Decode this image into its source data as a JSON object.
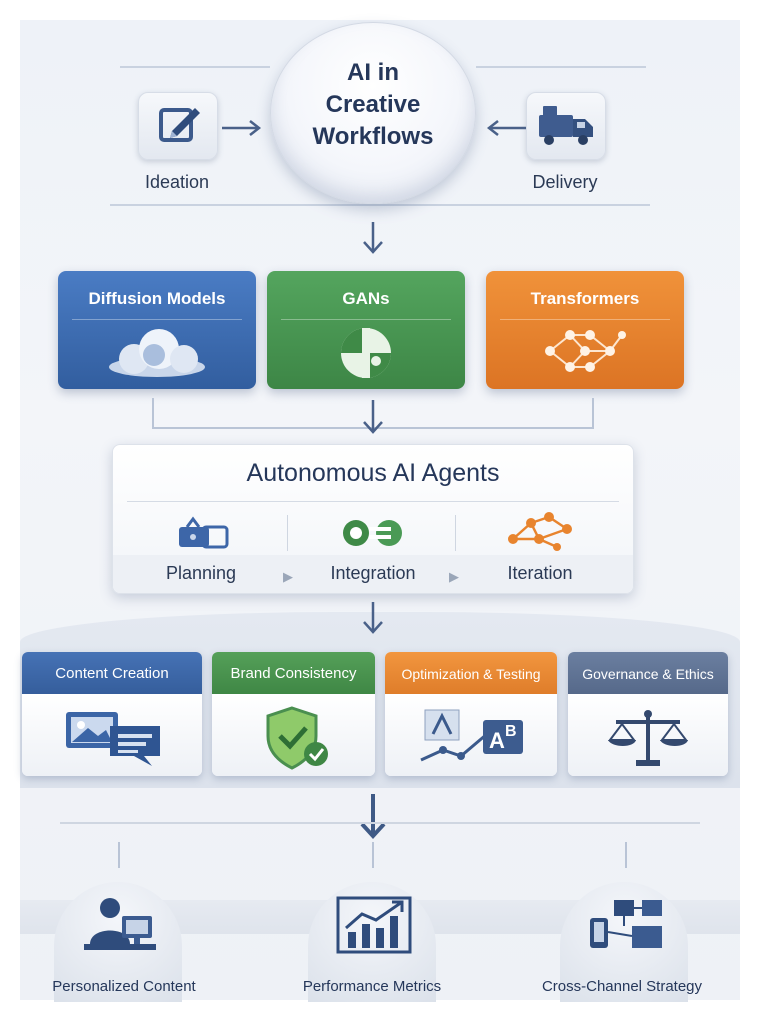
{
  "hub": {
    "title_lines": [
      "AI in",
      "Creative",
      "Workflows"
    ]
  },
  "inputs": {
    "left": {
      "label": "Ideation",
      "icon": "edit-pencil-icon"
    },
    "right": {
      "label": "Delivery",
      "icon": "delivery-truck-icon"
    }
  },
  "models": [
    {
      "label": "Diffusion Models",
      "color": "#3f6fb5",
      "icon": "cloud-icon"
    },
    {
      "label": "GANs",
      "color": "#4a9a55",
      "icon": "gan-split-circle-icon"
    },
    {
      "label": "Transformers",
      "color": "#e8842e",
      "icon": "network-nodes-icon"
    }
  ],
  "agents": {
    "title": "Autonomous AI Agents",
    "steps": [
      {
        "label": "Planning",
        "icon": "planning-toolbox-icon"
      },
      {
        "label": "Integration",
        "icon": "integration-link-icon"
      },
      {
        "label": "Iteration",
        "icon": "iteration-network-icon"
      }
    ]
  },
  "capabilities": [
    {
      "label": "Content Creation",
      "color": "#3b65a6",
      "icon": "image-message-icon"
    },
    {
      "label": "Brand Consistency",
      "color": "#4a8f4f",
      "icon": "shield-check-icon"
    },
    {
      "label": "Optimization & Testing",
      "color": "#e58a35",
      "icon": "ab-test-icon"
    },
    {
      "label": "Governance & Ethics",
      "color": "#5a6e90",
      "icon": "scales-icon"
    }
  ],
  "outcomes": [
    {
      "label": "Personalized Content",
      "icon": "user-monitor-icon"
    },
    {
      "label": "Performance Metrics",
      "icon": "growth-chart-icon"
    },
    {
      "label": "Cross-Channel Strategy",
      "icon": "devices-channels-icon"
    }
  ],
  "colors": {
    "navy": "#2b3a55",
    "line": "#c9d2e0",
    "arrow": "#4a6189"
  }
}
